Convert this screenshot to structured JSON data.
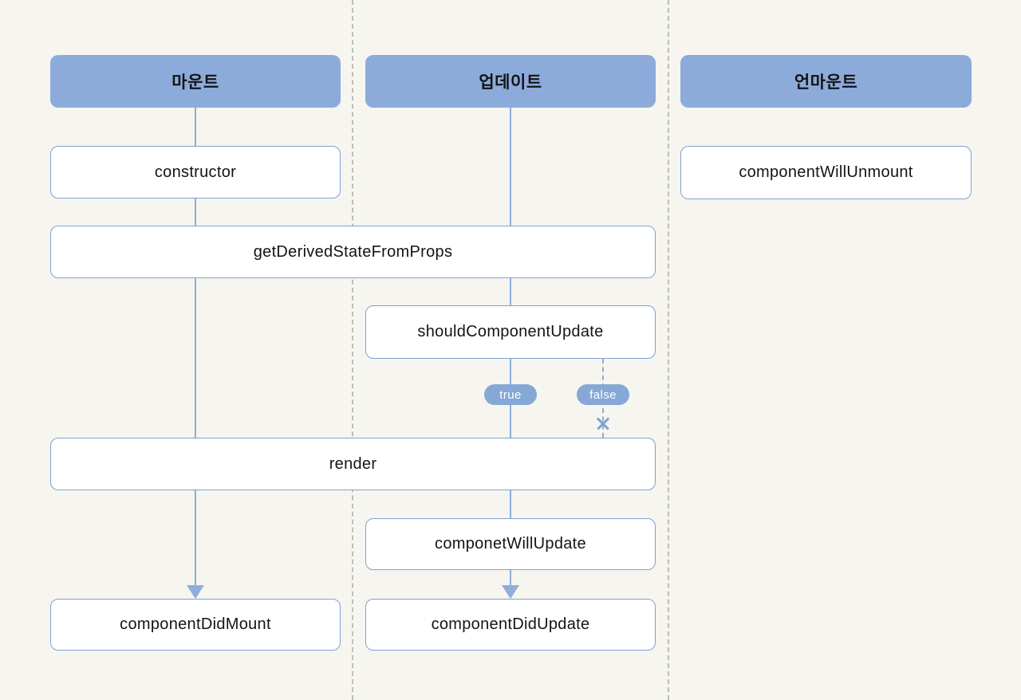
{
  "diagram": {
    "headers": {
      "mount": "마운트",
      "update": "업데이트",
      "unmount": "언마운트"
    },
    "nodes": {
      "constructor": "constructor",
      "get_derived_state_from_props": "getDerivedStateFromProps",
      "should_component_update": "shouldComponentUpdate",
      "render": "render",
      "componet_will_update": "componetWillUpdate",
      "component_did_mount": "componentDidMount",
      "component_did_update": "componentDidUpdate",
      "component_will_unmount": "componentWillUnmount"
    },
    "branches": {
      "true_label": "true",
      "false_label": "false"
    }
  },
  "colors": {
    "bg": "#f6f5ef",
    "header_fill": "#8cabdb",
    "box_border": "#7ea2d2",
    "line": "#8faed9",
    "pill_fill": "#85a8d6",
    "guide": "#bdbdb7",
    "text": "#141414"
  }
}
